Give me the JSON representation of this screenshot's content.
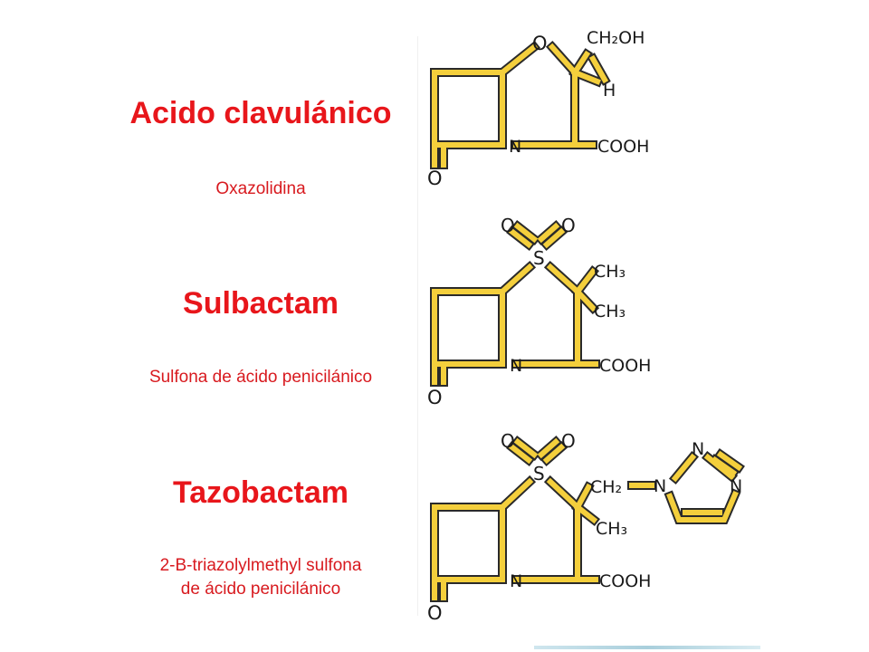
{
  "compounds": [
    {
      "name": "Acido clavulánico",
      "subtitle": "Oxazolidina",
      "atoms": {
        "ring": "O",
        "top_sub": "CH₂OH",
        "h": "H",
        "n": "N",
        "acid": "COOH",
        "carbonyl": "O"
      }
    },
    {
      "name": "Sulbactam",
      "subtitle": "Sulfona de ácido penicilánico",
      "atoms": {
        "s": "S",
        "o1": "O",
        "o2": "O",
        "me1": "CH₃",
        "me2": "CH₃",
        "n": "N",
        "acid": "COOH",
        "carbonyl": "O"
      }
    },
    {
      "name": "Tazobactam",
      "subtitle_line1": "2-B-triazolylmethyl sulfona",
      "subtitle_line2": "de ácido penicilánico",
      "atoms": {
        "s": "S",
        "o1": "O",
        "o2": "O",
        "ch2": "CH₂",
        "me": "CH₃",
        "n": "N",
        "acid": "COOH",
        "carbonyl": "O",
        "tn1": "N",
        "tn2": "N",
        "tn3": "N"
      }
    }
  ],
  "colors": {
    "title": "#e8161b",
    "bond_fill": "#f4cf3c",
    "bond_outline": "#2a2a2a",
    "atom_text": "#1a1a1a"
  }
}
